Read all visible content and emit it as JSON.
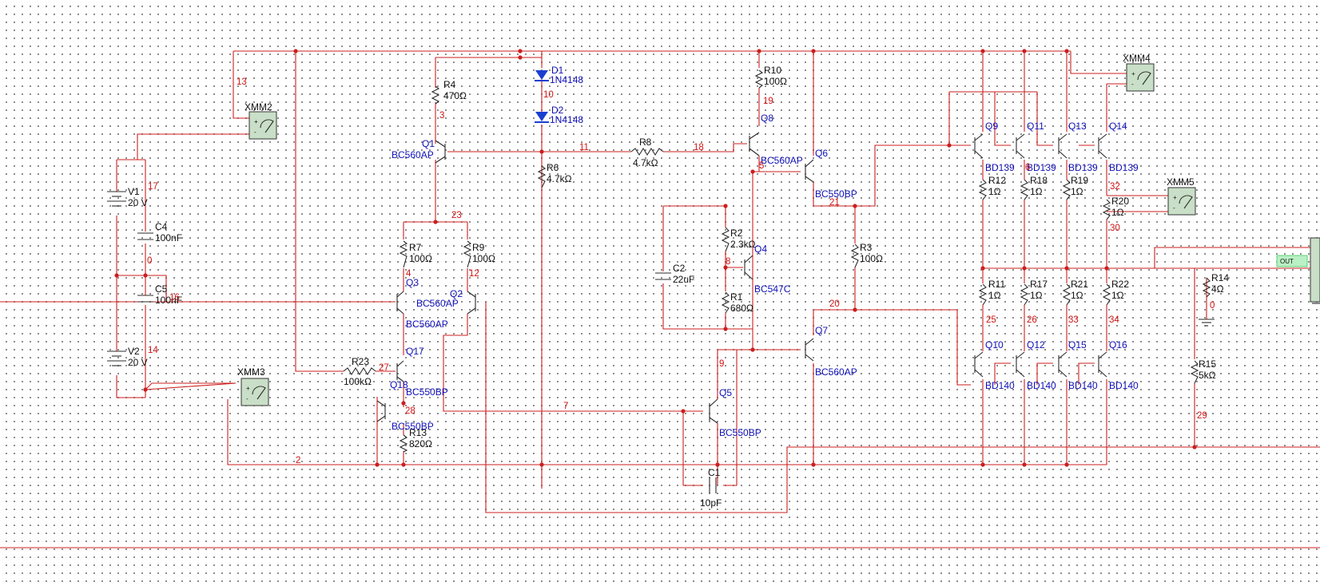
{
  "resistors": [
    {
      "id": "r4",
      "ref": "R4",
      "value": "470Ω"
    },
    {
      "id": "r6",
      "ref": "R6",
      "value": "4.7kΩ"
    },
    {
      "id": "r7",
      "ref": "R7",
      "value": "100Ω"
    },
    {
      "id": "r9",
      "ref": "R9",
      "value": "100Ω"
    },
    {
      "id": "r23",
      "ref": "R23",
      "value": "100kΩ"
    },
    {
      "id": "r13",
      "ref": "R13",
      "value": "820Ω"
    },
    {
      "id": "r8",
      "ref": "R8",
      "value": "4.7kΩ"
    },
    {
      "id": "r10",
      "ref": "R10",
      "value": "100Ω"
    },
    {
      "id": "r2",
      "ref": "R2",
      "value": "2.3kΩ"
    },
    {
      "id": "r1",
      "ref": "R1",
      "value": "680Ω"
    },
    {
      "id": "r3",
      "ref": "R3",
      "value": "100Ω"
    },
    {
      "id": "r12",
      "ref": "R12",
      "value": "1Ω"
    },
    {
      "id": "r18",
      "ref": "R18",
      "value": "1Ω"
    },
    {
      "id": "r19",
      "ref": "R19",
      "value": "1Ω"
    },
    {
      "id": "r20",
      "ref": "R20",
      "value": "1Ω"
    },
    {
      "id": "r11",
      "ref": "R11",
      "value": "1Ω"
    },
    {
      "id": "r17",
      "ref": "R17",
      "value": "1Ω"
    },
    {
      "id": "r21",
      "ref": "R21",
      "value": "1Ω"
    },
    {
      "id": "r22",
      "ref": "R22",
      "value": "1Ω"
    },
    {
      "id": "r14",
      "ref": "R14",
      "value": "4Ω"
    },
    {
      "id": "r15",
      "ref": "R15",
      "value": "5kΩ"
    }
  ],
  "capacitors": [
    {
      "id": "c4",
      "ref": "C4",
      "value": "100nF"
    },
    {
      "id": "c5",
      "ref": "C5",
      "value": "100nF"
    },
    {
      "id": "c2",
      "ref": "C2",
      "value": "22uF"
    },
    {
      "id": "c1",
      "ref": "C1",
      "value": "10pF"
    }
  ],
  "sources": [
    {
      "id": "v1",
      "ref": "V1",
      "value": "20 V"
    },
    {
      "id": "v2",
      "ref": "V2",
      "value": "20 V"
    }
  ],
  "diodes": [
    {
      "id": "d1",
      "ref": "D1",
      "part": "1N4148"
    },
    {
      "id": "d2",
      "ref": "D2",
      "part": "1N4148"
    }
  ],
  "transistors": [
    {
      "id": "q1",
      "ref": "Q1",
      "part": "BC560AP"
    },
    {
      "id": "q2",
      "ref": "Q2",
      "part": "BC560AP"
    },
    {
      "id": "q3",
      "ref": "Q3",
      "part": "BC560AP"
    },
    {
      "id": "q17",
      "ref": "Q17",
      "part": "BC550BP"
    },
    {
      "id": "q18",
      "ref": "Q18",
      "part": "BC550BP"
    },
    {
      "id": "q5",
      "ref": "Q5",
      "part": "BC550BP"
    },
    {
      "id": "q8",
      "ref": "Q8",
      "part": "BC560AP"
    },
    {
      "id": "q6",
      "ref": "Q6",
      "part": "BC550BP"
    },
    {
      "id": "q4",
      "ref": "Q4",
      "part": "BC547C"
    },
    {
      "id": "q7",
      "ref": "Q7",
      "part": "BC560AP"
    },
    {
      "id": "q9",
      "ref": "Q9",
      "part": "BD139"
    },
    {
      "id": "q11",
      "ref": "Q11",
      "part": "BD139"
    },
    {
      "id": "q13",
      "ref": "Q13",
      "part": "BD139"
    },
    {
      "id": "q14",
      "ref": "Q14",
      "part": "BD139"
    },
    {
      "id": "q10",
      "ref": "Q10",
      "part": "BD140"
    },
    {
      "id": "q12",
      "ref": "Q12",
      "part": "BD140"
    },
    {
      "id": "q15",
      "ref": "Q15",
      "part": "BD140"
    },
    {
      "id": "q16",
      "ref": "Q16",
      "part": "BD140"
    }
  ],
  "meters": [
    {
      "id": "xmm2",
      "ref": "XMM2"
    },
    {
      "id": "xmm3",
      "ref": "XMM3"
    },
    {
      "id": "xmm4",
      "ref": "XMM4"
    },
    {
      "id": "xmm5",
      "ref": "XMM5"
    }
  ],
  "meter_terminal_plus": "+",
  "meter_terminal_minus": "-",
  "nets": [
    "13",
    "17",
    "0",
    "16",
    "14",
    "3",
    "23",
    "4",
    "12",
    "10",
    "11",
    "18",
    "19",
    "5",
    "21",
    "8",
    "20",
    "9",
    "7",
    "2",
    "27",
    "28",
    "6",
    "32",
    "30",
    "25",
    "26",
    "33",
    "34",
    "29",
    "0"
  ],
  "probe_label": "OUT",
  "colors": {
    "wire": "#cc1f1f",
    "component": "#2b2b2b",
    "part_label": "#1010b8",
    "net_label": "#d01414",
    "meter_body": "#c9dfc7"
  }
}
